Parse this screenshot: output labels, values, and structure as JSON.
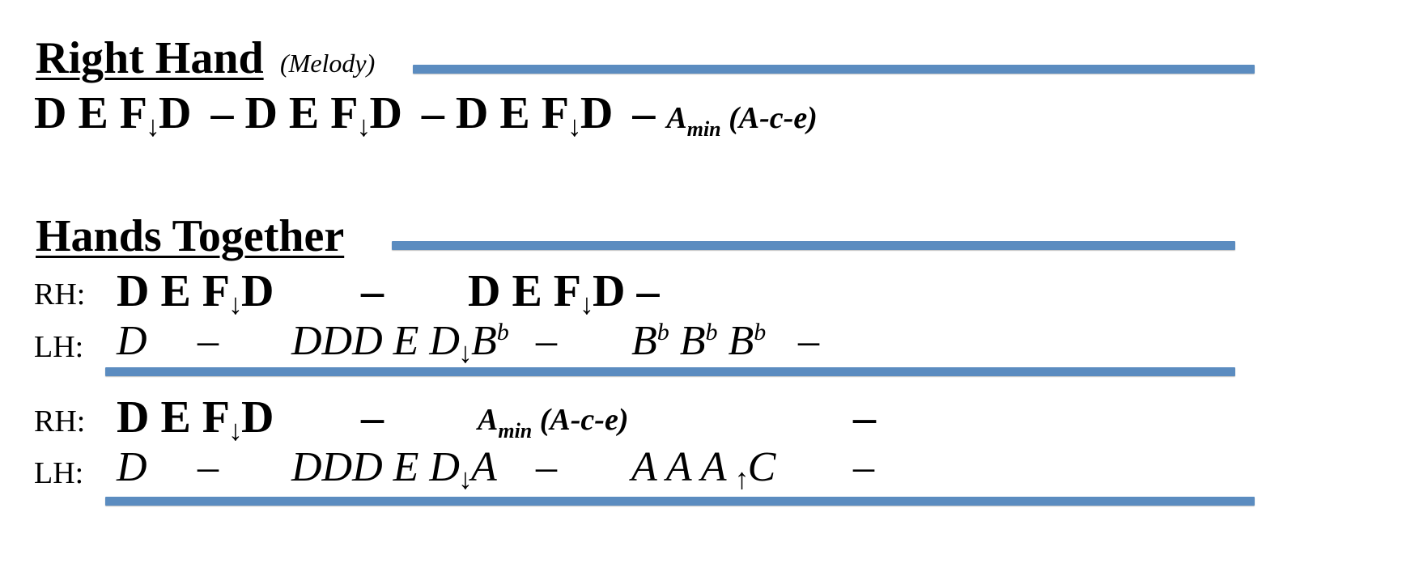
{
  "sections": {
    "right_hand": {
      "title": "Right Hand",
      "subtitle": "(Melody)",
      "seq": {
        "g1": "D E F",
        "g1b": "D",
        "dash": "–",
        "g2": "D E F",
        "g2b": "D",
        "g3": "D E F",
        "g3b": "D",
        "chord_root": "A",
        "chord_quality": "min",
        "chord_notes": "(A-c-e)"
      }
    },
    "hands_together": {
      "title": "Hands Together",
      "rh_label": "RH:",
      "lh_label": "LH:",
      "row1": {
        "rh_g1": "D E F",
        "rh_g1b": "D",
        "rh_dash": "–",
        "rh_g2": "D E F",
        "rh_g2b": "D",
        "rh_dash2": "–",
        "lh_d": "D",
        "lh_dash": "–",
        "lh_g2a": "DDD E D",
        "lh_g2b": "B",
        "lh_flat": "b",
        "lh_dash2": "–",
        "lh_b": "B",
        "lh_dash3": "–"
      },
      "row2": {
        "rh_g1": "D E F",
        "rh_g1b": "D",
        "rh_dash": "–",
        "chord_root": "A",
        "chord_quality": "min",
        "chord_notes": "(A-c-e)",
        "rh_dash2": "–",
        "lh_d": "D",
        "lh_dash": "–",
        "lh_g2a": "DDD E D",
        "lh_g2b": "A",
        "lh_dash2": "–",
        "lh_aaa": "A A A",
        "lh_c": "C",
        "lh_dash3": "–"
      }
    }
  },
  "icons": {
    "down": "down-arrow-icon",
    "up": "up-arrow-icon"
  },
  "colors": {
    "rule": "#5b8cc0"
  }
}
